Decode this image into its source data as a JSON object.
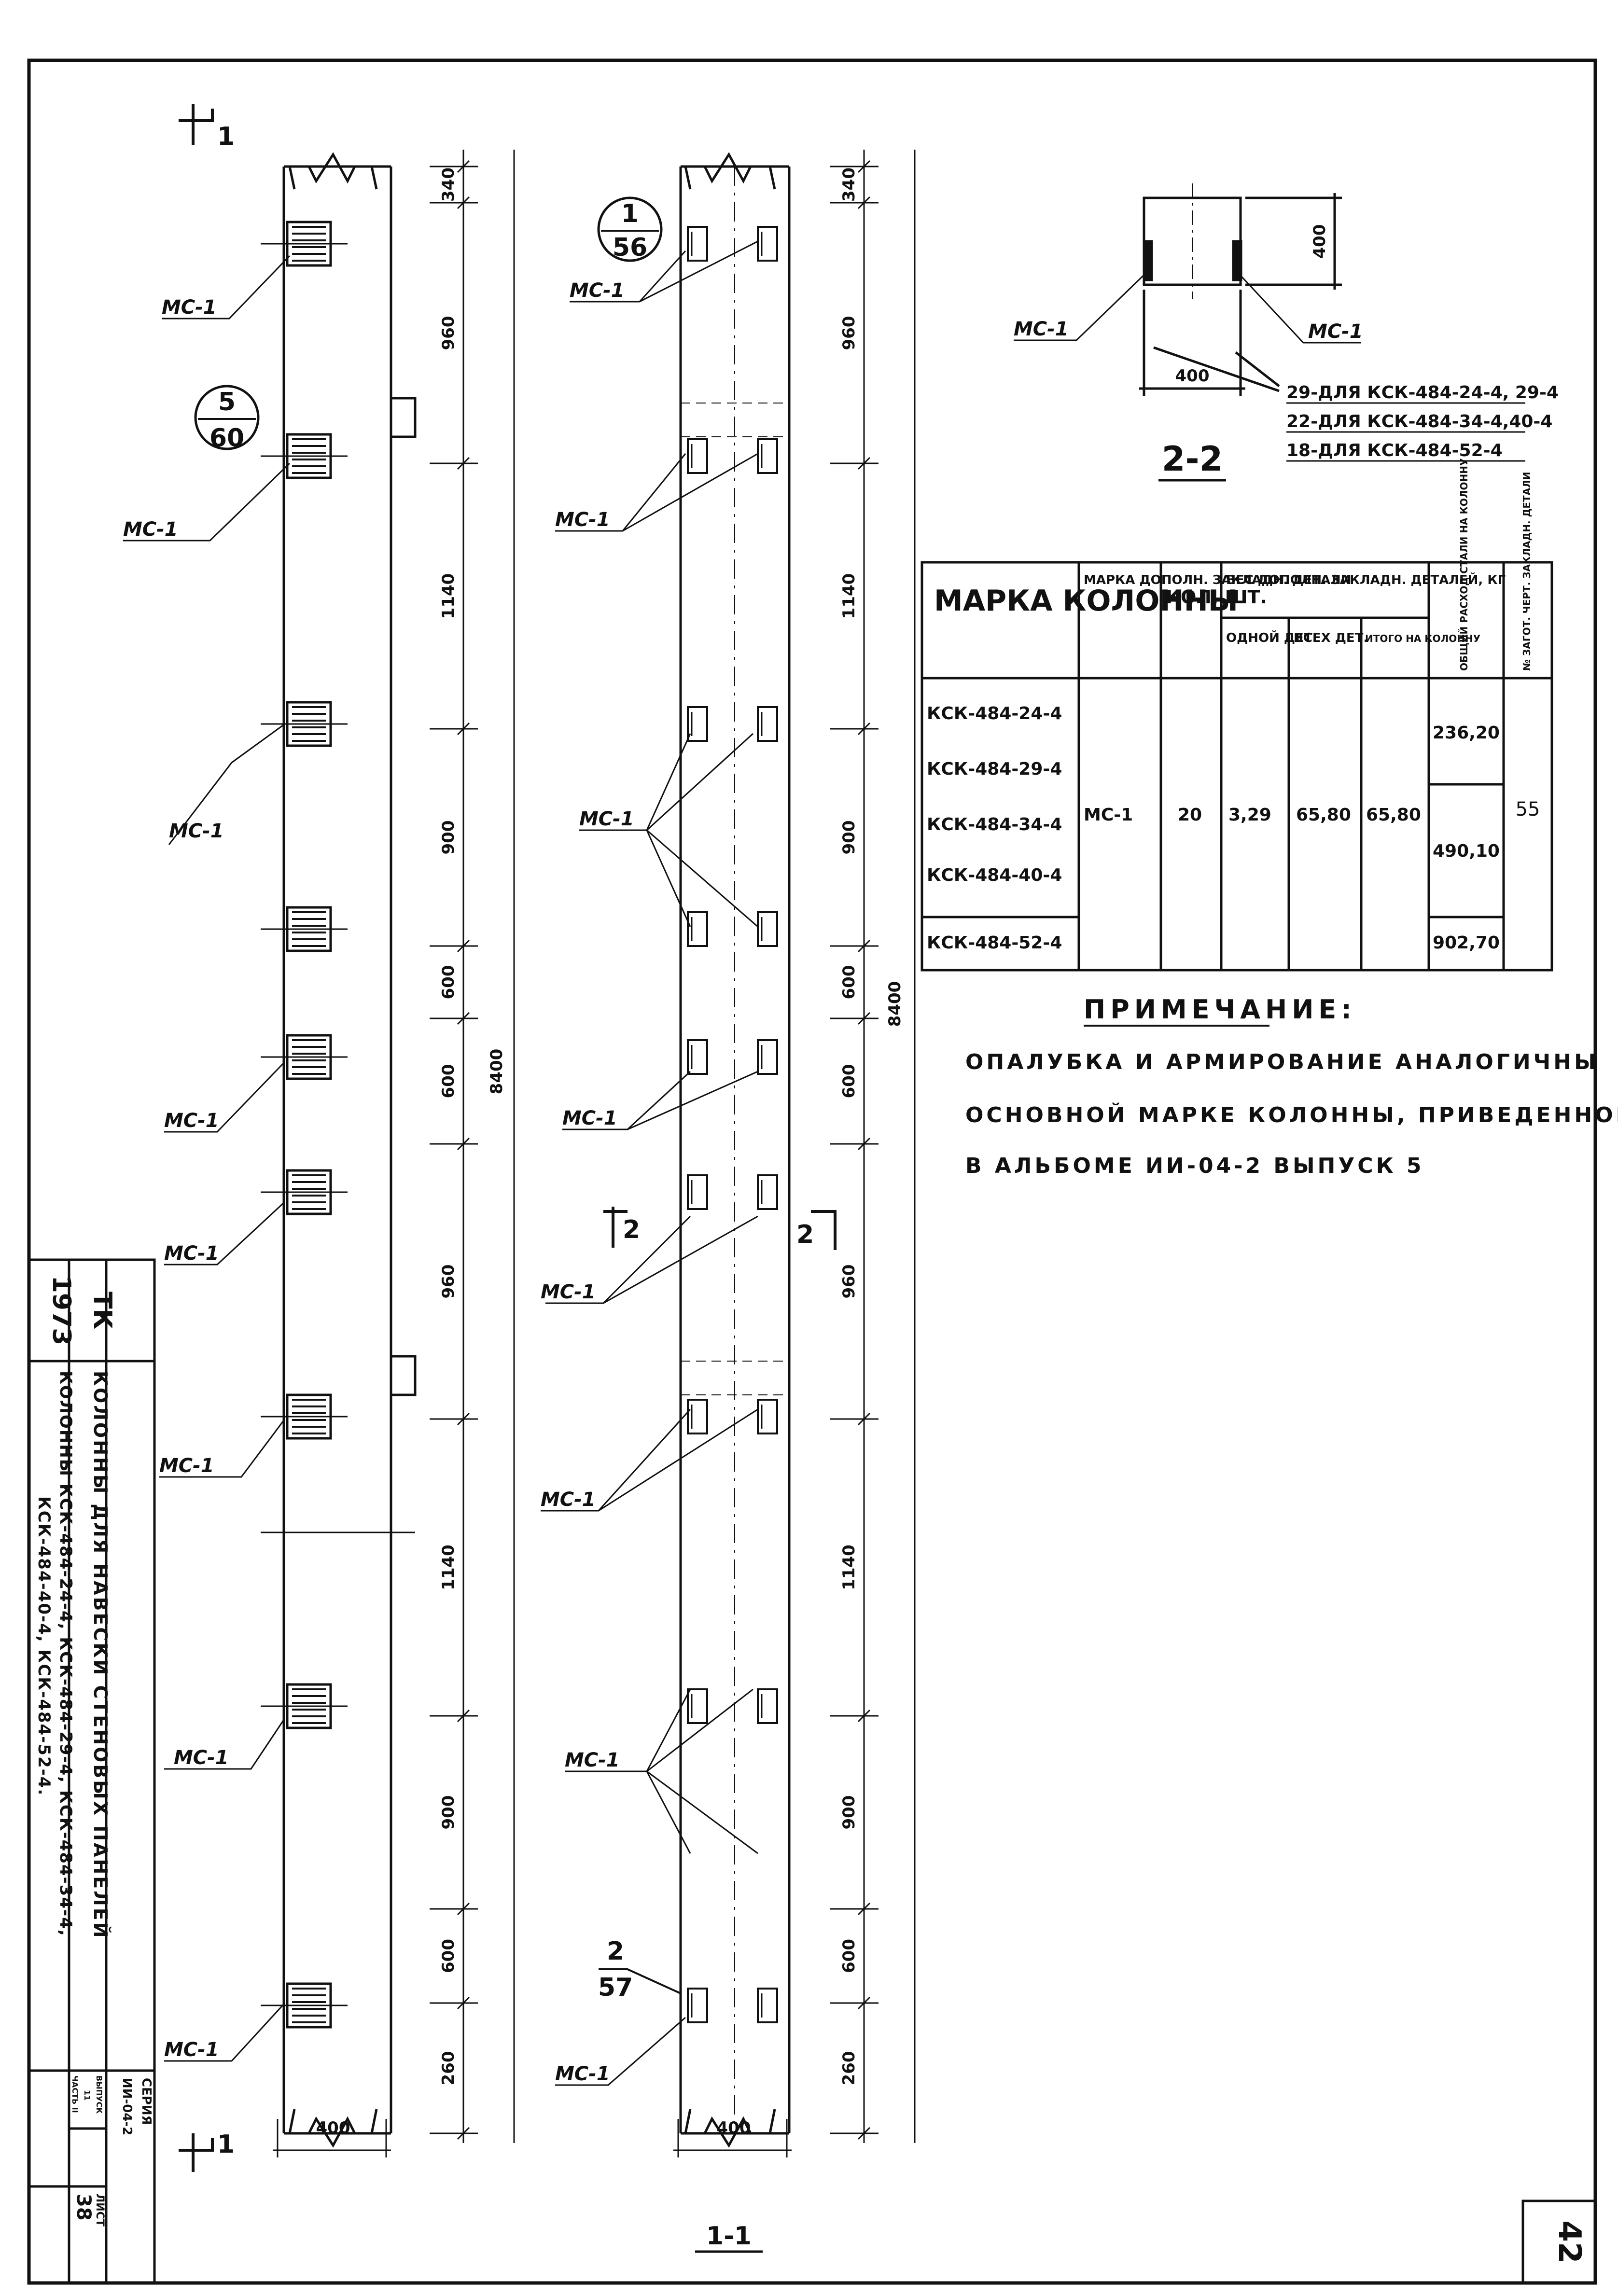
{
  "elevation": {
    "section_mark": "1",
    "embed_label": "МС-1",
    "callout_num": "5",
    "callout_den": "60",
    "dims": [
      "340",
      "960",
      "1140",
      "900",
      "600",
      "600",
      "960",
      "1140",
      "900",
      "600",
      "260"
    ],
    "total_height": "8400",
    "width": "400"
  },
  "section11": {
    "title": "1-1",
    "embed_label": "МС-1",
    "callout_top_num": "1",
    "callout_top_den": "56",
    "callout_bottom_num": "2",
    "callout_bottom_den": "57",
    "cut_left": "2",
    "cut_right": "2",
    "dims": [
      "340",
      "960",
      "1140",
      "900",
      "600",
      "600",
      "960",
      "1140",
      "900",
      "600",
      "260"
    ],
    "total_height": "8400",
    "width": "400"
  },
  "section22": {
    "title": "2-2",
    "left_label": "МС-1",
    "right_label": "МС-1",
    "height_dim": "400",
    "width_dim": "400",
    "notes": [
      "29-ДЛЯ КСК-484-24-4, 29-4",
      "22-ДЛЯ КСК-484-34-4,40-4",
      "18-ДЛЯ КСК-484-52-4"
    ]
  },
  "table": {
    "headers": {
      "col1": "МАРКА КОЛОННЫ",
      "col2": "МАРКА ДОПОЛН. ЗАКЛАДН. ДЕТАЛИ",
      "col3": "КОЛ. ШТ.",
      "col4": "ВЕС ДОПОЛН. ЗАКЛАДН. ДЕТАЛЕЙ, КГ",
      "col4a": "ОДНОЙ ДЕТ.",
      "col4b": "ВСЕХ ДЕТ.",
      "col4c": "ИТОГО НА КОЛОННУ",
      "col5": "ОБЩИЙ РАСХОД СТАЛИ НА КОЛОННУ",
      "col6": "№ ЗАГОТ. ЧЕРТ. ЗАКЛАДН. ДЕТАЛИ"
    },
    "marks": [
      "КСК-484-24-4",
      "КСК-484-29-4",
      "КСК-484-34-4",
      "КСК-484-40-4",
      "КСК-484-52-4"
    ],
    "part": "МС-1",
    "qty": "20",
    "one": "3,29",
    "all": "65,80",
    "total": "65,80",
    "steel": [
      "236,20",
      "490,10",
      "902,70"
    ],
    "sheet": "55"
  },
  "note": {
    "title": "ПРИМЕЧАНИЕ:",
    "lines": [
      "ОПАЛУБКА И АРМИРОВАНИЕ АНАЛОГИЧНЫ",
      "ОСНОВНОЙ МАРКЕ КОЛОННЫ, ПРИВЕДЕННОЙ",
      "В АЛЬБОМЕ ИИ-04-2 ВЫПУСК 5"
    ]
  },
  "stamp": {
    "year": "1973",
    "tk": "ТК",
    "title": "КОЛОННЫ ДЛЯ НАВЕСКИ СТЕНОВЫХ ПАНЕЛЕЙ",
    "subtitle1": "КОЛОННЫ КСК-484-24-4, КСК-484-29-4, КСК-484-34-4,",
    "subtitle2": "КСК-484-40-4, КСК-484-52-4.",
    "series_label": "СЕРИЯ",
    "series": "ИИ-04-2",
    "issue_label": "ВЫПУСК",
    "issue": "11",
    "part": "ЧАСТЬ II",
    "sheet_label": "ЛИСТ",
    "sheet": "38"
  },
  "page_number": "42"
}
